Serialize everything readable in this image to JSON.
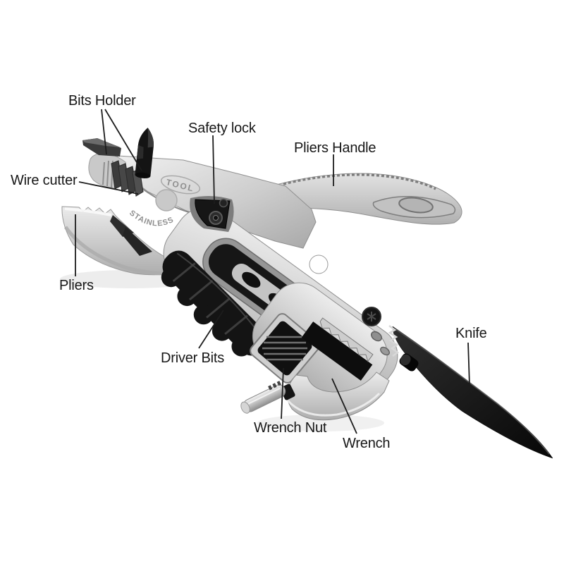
{
  "page": {
    "background": "#ffffff",
    "type": "annotated product diagram of a multitool"
  },
  "labels": {
    "bits_holder": "Bits Holder",
    "wire_cutter": "Wire cutter",
    "safety_lock": "Safety lock",
    "pliers_handle": "Pliers Handle",
    "pliers": "Pliers",
    "driver_bits": "Driver Bits",
    "wrench_nut": "Wrench Nut",
    "wrench": "Wrench",
    "knife": "Knife"
  },
  "engravings": {
    "tool_text": "TOOL",
    "stainless_text": "STAINLESS"
  },
  "colors": {
    "label_text": "#171717",
    "leader_line": "#1c1c1c",
    "steel_light": "#f2f2f2",
    "steel": "#c6c6c6",
    "steel_dark": "#8f8f8f",
    "rubber_black": "#141414",
    "blade_black": "#0d0d0d"
  }
}
